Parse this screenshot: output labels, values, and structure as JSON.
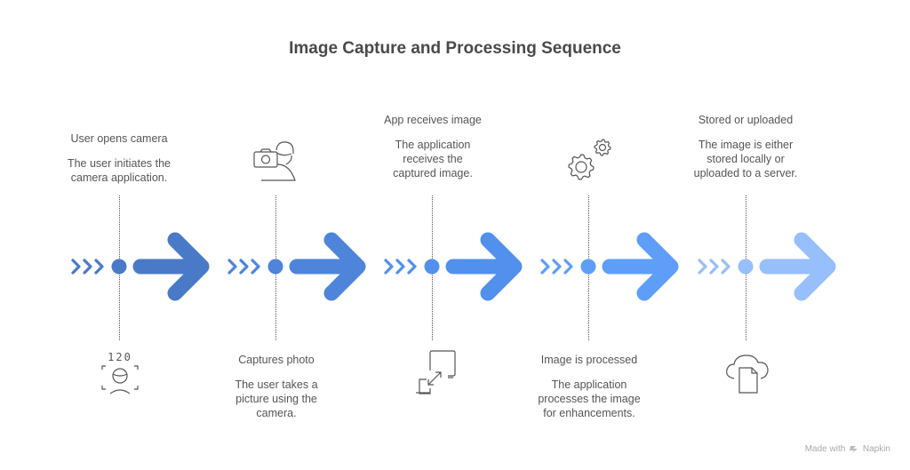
{
  "title": "Image Capture and Processing Sequence",
  "steps": [
    {
      "heading": "User opens camera",
      "description": "The user initiates the camera application.",
      "position": "top",
      "icon": "face-scan-icon",
      "color": "#4A7AC7"
    },
    {
      "heading": "Captures photo",
      "description": "The user takes a picture using the camera.",
      "position": "bottom",
      "icon": "person-camera-icon",
      "color": "#4E85DA"
    },
    {
      "heading": "App receives image",
      "description": "The application receives the captured image.",
      "position": "top",
      "icon": "resize-image-icon",
      "color": "#5290EE"
    },
    {
      "heading": "Image is processed",
      "description": "The application processes the image for enhancements.",
      "position": "bottom",
      "icon": "gears-icon",
      "color": "#5E9EF8"
    },
    {
      "heading": "Stored or uploaded",
      "description": "The image is either stored locally or uploaded to a server.",
      "position": "top",
      "icon": "cloud-file-icon",
      "color": "#97BFFB"
    }
  ],
  "icon_text": {
    "face_scan_number": "120"
  },
  "footer": {
    "made_with": "Made with",
    "brand": "Napkin"
  }
}
